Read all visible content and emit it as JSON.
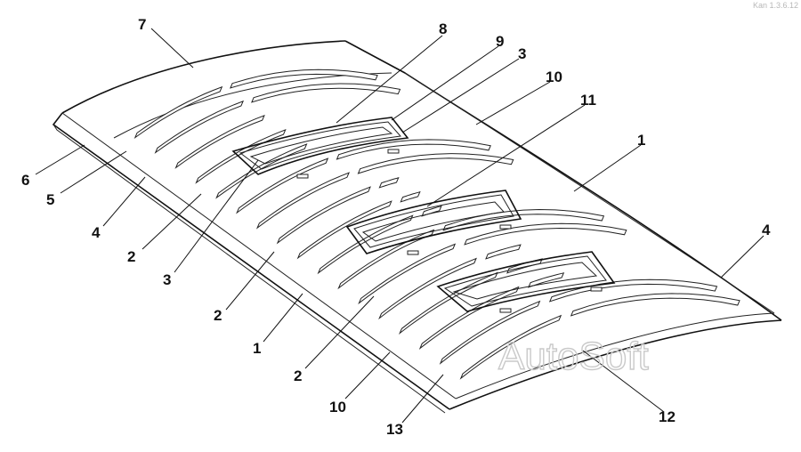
{
  "callouts": [
    {
      "id": "7",
      "text": "7"
    },
    {
      "id": "8",
      "text": "8"
    },
    {
      "id": "9",
      "text": "9"
    },
    {
      "id": "3a",
      "text": "3"
    },
    {
      "id": "10a",
      "text": "10"
    },
    {
      "id": "11",
      "text": "11"
    },
    {
      "id": "1a",
      "text": "1"
    },
    {
      "id": "4a",
      "text": "4"
    },
    {
      "id": "6",
      "text": "6"
    },
    {
      "id": "5",
      "text": "5"
    },
    {
      "id": "4b",
      "text": "4"
    },
    {
      "id": "2a",
      "text": "2"
    },
    {
      "id": "3b",
      "text": "3"
    },
    {
      "id": "2b",
      "text": "2"
    },
    {
      "id": "1b",
      "text": "1"
    },
    {
      "id": "2c",
      "text": "2"
    },
    {
      "id": "10b",
      "text": "10"
    },
    {
      "id": "13",
      "text": "13"
    },
    {
      "id": "12",
      "text": "12"
    }
  ],
  "watermark": "AutoSoft",
  "corner_mark": "Kan 1.3.6.12"
}
